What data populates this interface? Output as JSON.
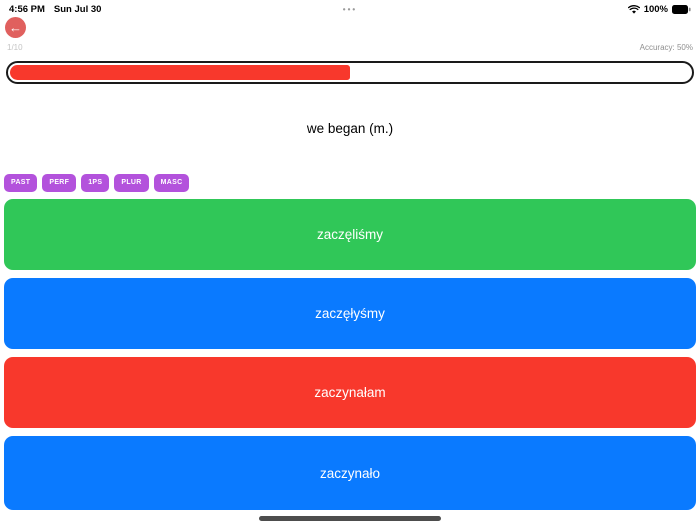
{
  "status_bar": {
    "time": "4:56 PM",
    "date": "Sun Jul 30",
    "center_dots": "•••",
    "battery_percent": "100%"
  },
  "header": {
    "back_arrow": "←",
    "progress_count": "1/10",
    "accuracy_label": "Accuracy: 50%",
    "progress_fill_width": "50%",
    "progress_fill_color": "#f8382c"
  },
  "question": {
    "prompt": "we began (m.)",
    "tags": [
      "PAST",
      "PERF",
      "1PS",
      "PLUR",
      "MASC"
    ],
    "tag_color": "#b352dc"
  },
  "answers": [
    {
      "label": "zaczęliśmy",
      "color": "#30c758"
    },
    {
      "label": "zaczęłyśmy",
      "color": "#0a7aff"
    },
    {
      "label": "zaczynałam",
      "color": "#f8382c"
    },
    {
      "label": "zaczynało",
      "color": "#0a7aff"
    }
  ]
}
